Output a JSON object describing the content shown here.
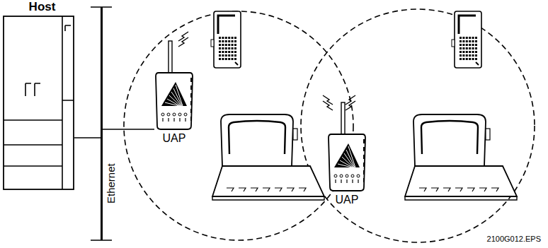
{
  "diagram": {
    "nodes": [
      {
        "text": [
          "Host"
        ]
      },
      {
        "text": [
          "Ethernet"
        ]
      },
      {
        "text": [
          "UAP"
        ]
      },
      {
        "text": [
          "UAP"
        ]
      }
    ],
    "edges": [
      {
        "from": 0,
        "to": 1,
        "arrow": "none"
      },
      {
        "from": 1,
        "to": 2,
        "arrow": "none"
      }
    ],
    "labels": [
      "2100G012.EPS"
    ]
  }
}
